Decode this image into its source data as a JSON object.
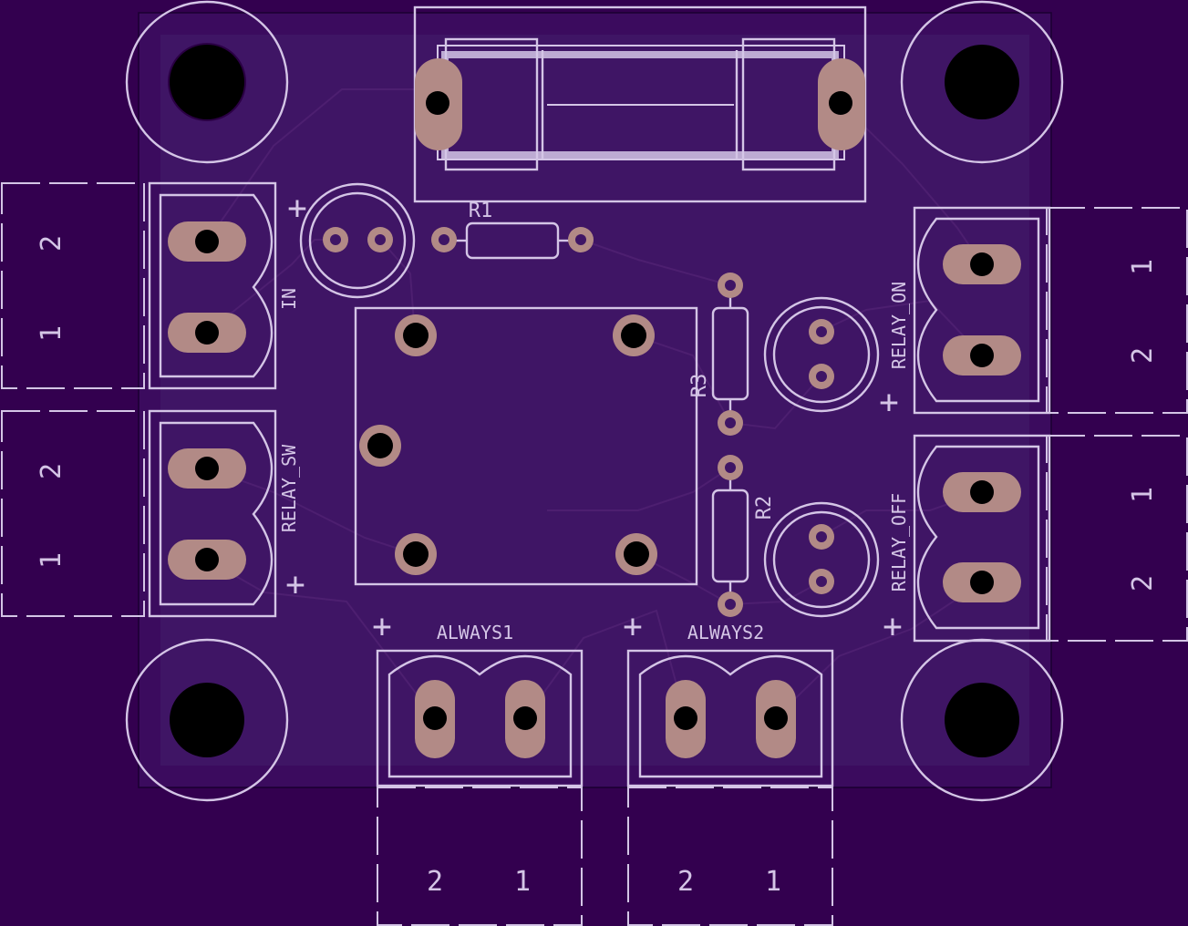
{
  "board": {
    "colors": {
      "background": "#33004f",
      "board_fill": "#3b0b5e",
      "inner_fill": "#3f1565",
      "silkscreen": "#d4c5e6",
      "copper": "#b28a86",
      "trace": "#4d1f70",
      "drill": "#000000"
    }
  },
  "labels": {
    "r1": "R1",
    "r2": "R2",
    "r3": "R3",
    "in": "IN",
    "relay_sw": "RELAY_SW",
    "relay_on": "RELAY_ON",
    "relay_off": "RELAY_OFF",
    "always1": "ALWAYS1",
    "always2": "ALWAYS2"
  },
  "pins": {
    "in": [
      "2",
      "1"
    ],
    "relay_sw": [
      "2",
      "1"
    ],
    "relay_on": [
      "1",
      "2"
    ],
    "relay_off": [
      "1",
      "2"
    ],
    "always1": [
      "2",
      "1"
    ],
    "always2": [
      "2",
      "1"
    ]
  },
  "polarity": "+"
}
